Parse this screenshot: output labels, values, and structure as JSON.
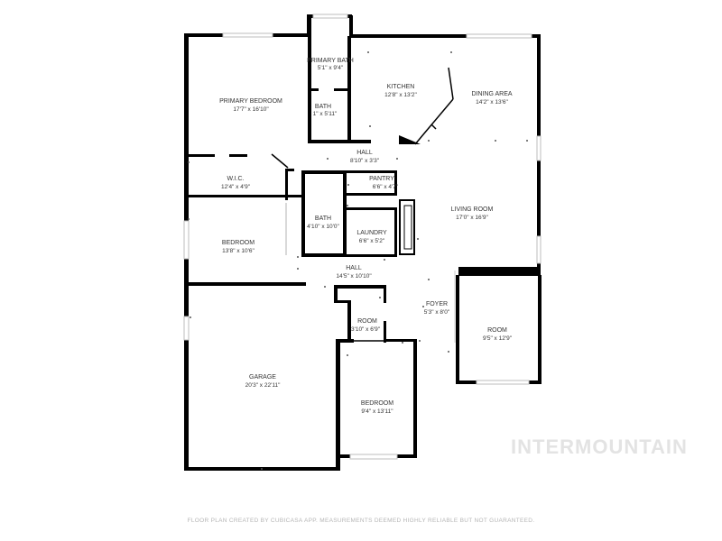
{
  "rooms": {
    "primary_bath": {
      "name": "PRIMARY BATH",
      "dims": "5'1\" x 9'4\""
    },
    "primary_bedroom": {
      "name": "PRIMARY BEDROOM",
      "dims": "17'7\" x 16'10\""
    },
    "bath_1": {
      "name": "BATH",
      "dims": "1\" x 5'11\""
    },
    "kitchen": {
      "name": "KITCHEN",
      "dims": "12'8\" x 13'2\""
    },
    "dining_area": {
      "name": "DINING AREA",
      "dims": "14'2\" x 13'6\""
    },
    "hall_1": {
      "name": "HALL",
      "dims": "8'10\" x 3'3\""
    },
    "wic": {
      "name": "W.I.C.",
      "dims": "12'4\" x 4'9\""
    },
    "pantry": {
      "name": "PANTRY",
      "dims": "6'6\" x 4'7\""
    },
    "living_room": {
      "name": "LIVING ROOM",
      "dims": "17'0\" x 16'9\""
    },
    "bath_2": {
      "name": "BATH",
      "dims": "4'10\" x 10'0\""
    },
    "laundry": {
      "name": "LAUNDRY",
      "dims": "6'6\" x 5'2\""
    },
    "bedroom_1": {
      "name": "BEDROOM",
      "dims": "13'8\" x 10'6\""
    },
    "hall_2": {
      "name": "HALL",
      "dims": "14'5\" x 10'10\""
    },
    "foyer": {
      "name": "FOYER",
      "dims": "5'3\" x 8'0\""
    },
    "room_small": {
      "name": "ROOM",
      "dims": "3'10\" x 6'9\""
    },
    "room_large": {
      "name": "ROOM",
      "dims": "9'5\" x 12'9\""
    },
    "garage": {
      "name": "GARAGE",
      "dims": "20'3\" x 22'11\""
    },
    "bedroom_2": {
      "name": "BEDROOM",
      "dims": "9'4\" x 13'11\""
    }
  },
  "watermark": "INTERMOUNTAIN",
  "footer": "FLOOR PLAN CREATED BY CUBICASA APP. MEASUREMENTS DEEMED HIGHLY RELIABLE BUT NOT GUARANTEED."
}
